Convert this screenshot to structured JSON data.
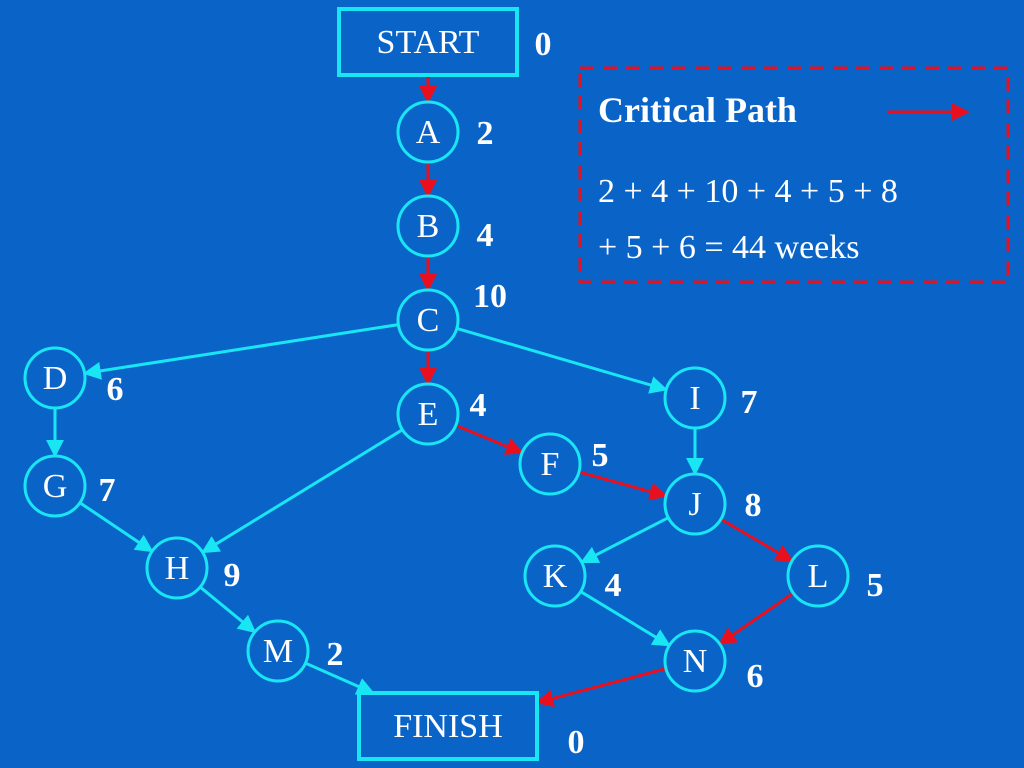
{
  "nodes": [
    {
      "id": "START",
      "label": "START",
      "duration": "0"
    },
    {
      "id": "A",
      "label": "A",
      "duration": "2"
    },
    {
      "id": "B",
      "label": "B",
      "duration": "4"
    },
    {
      "id": "C",
      "label": "C",
      "duration": "10"
    },
    {
      "id": "D",
      "label": "D",
      "duration": "6"
    },
    {
      "id": "E",
      "label": "E",
      "duration": "4"
    },
    {
      "id": "F",
      "label": "F",
      "duration": "5"
    },
    {
      "id": "G",
      "label": "G",
      "duration": "7"
    },
    {
      "id": "H",
      "label": "H",
      "duration": "9"
    },
    {
      "id": "I",
      "label": "I",
      "duration": "7"
    },
    {
      "id": "J",
      "label": "J",
      "duration": "8"
    },
    {
      "id": "K",
      "label": "K",
      "duration": "4"
    },
    {
      "id": "L",
      "label": "L",
      "duration": "5"
    },
    {
      "id": "M",
      "label": "M",
      "duration": "2"
    },
    {
      "id": "N",
      "label": "N",
      "duration": "6"
    },
    {
      "id": "FINISH",
      "label": "FINISH",
      "duration": "0"
    }
  ],
  "edges": [
    {
      "from": "START",
      "to": "A",
      "critical": true
    },
    {
      "from": "A",
      "to": "B",
      "critical": true
    },
    {
      "from": "B",
      "to": "C",
      "critical": true
    },
    {
      "from": "C",
      "to": "D",
      "critical": false
    },
    {
      "from": "C",
      "to": "E",
      "critical": true
    },
    {
      "from": "C",
      "to": "I",
      "critical": false
    },
    {
      "from": "D",
      "to": "G",
      "critical": false
    },
    {
      "from": "G",
      "to": "H",
      "critical": false
    },
    {
      "from": "E",
      "to": "H",
      "critical": false
    },
    {
      "from": "E",
      "to": "F",
      "critical": true
    },
    {
      "from": "F",
      "to": "J",
      "critical": true
    },
    {
      "from": "I",
      "to": "J",
      "critical": false
    },
    {
      "from": "J",
      "to": "K",
      "critical": false
    },
    {
      "from": "J",
      "to": "L",
      "critical": true
    },
    {
      "from": "H",
      "to": "M",
      "critical": false
    },
    {
      "from": "M",
      "to": "FINISH",
      "critical": false
    },
    {
      "from": "K",
      "to": "N",
      "critical": false
    },
    {
      "from": "L",
      "to": "N",
      "critical": true
    },
    {
      "from": "N",
      "to": "FINISH",
      "critical": true
    }
  ],
  "legend": {
    "title": "Critical Path",
    "line1": "2 + 4 + 10 + 4 + 5 + 8",
    "line2": "+ 5 + 6 = 44 weeks"
  },
  "colors": {
    "background": "#0a64c8",
    "node_stroke": "#19e6f5",
    "normal_edge": "#19e6f5",
    "critical_edge": "#e8101e",
    "text": "#ffffff"
  }
}
